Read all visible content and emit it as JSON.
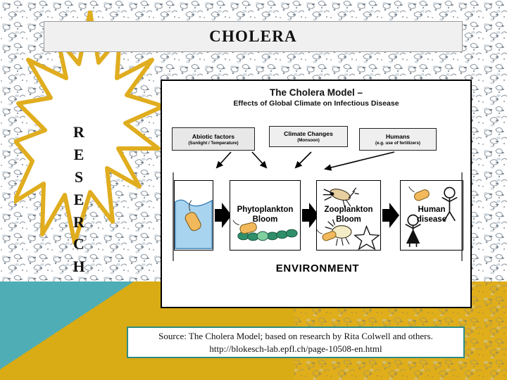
{
  "slide": {
    "title": "CHOLERA",
    "vertical_word": "RESERCH",
    "vertical_letters": [
      "R",
      "E",
      "S",
      "E",
      "R",
      "C",
      "H"
    ]
  },
  "diagram": {
    "title": "The Cholera Model –",
    "subtitle": "Effects of Global Climate on Infectious Disease",
    "factor_boxes": [
      {
        "main": "Abiotic factors",
        "sub": "(Sunlight / Temperature)"
      },
      {
        "main": "Climate Changes",
        "sub": "(Monsoon)"
      },
      {
        "main": "Humans",
        "sub": "(e.g. use of fertilizers)"
      }
    ],
    "flow_boxes": [
      {
        "label": "",
        "icon": "water-vibrio-icon"
      },
      {
        "label": "Phytoplankton\nBloom",
        "icon": "algae-chain-icon"
      },
      {
        "label": "Zooplankton\nBloom",
        "icon": "copepod-icon"
      },
      {
        "label": "Human\ndisease",
        "icon": "stick-figure-icon"
      }
    ],
    "flow_labels": [
      "",
      "Phytoplankton Bloom",
      "Zooplankton Bloom",
      "Human disease"
    ],
    "environment_label": "ENVIRONMENT"
  },
  "source": {
    "line1": "Source: The Cholera Model; based on research by Rita Colwell and others.",
    "line2": "http://blokesch-lab.epfl.ch/page-10508-en.html"
  },
  "colors": {
    "burst_outline": "#e0ad1f",
    "teal_band": "#4fadb5",
    "gold_band": "#d9ab14",
    "source_border": "#2e8b84",
    "title_fill": "#f0f0f0",
    "water_blue": "#a9d4ef",
    "bacterium_orange": "#f2b95c",
    "algae_green": "#2f8f6a"
  }
}
